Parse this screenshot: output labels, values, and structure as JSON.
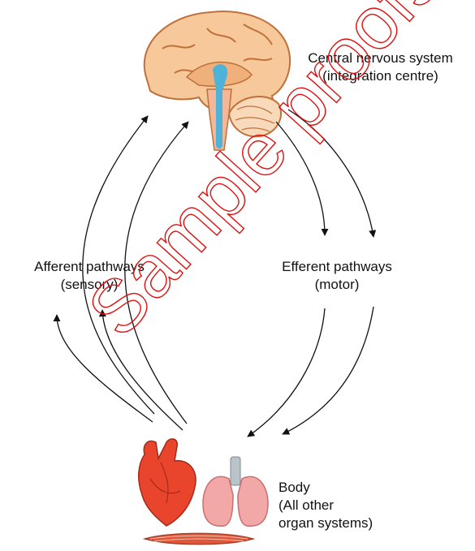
{
  "labels": {
    "cns": {
      "line1": "Central nervous system",
      "line2": "(integration centre)"
    },
    "afferent": {
      "line1": "Afferent pathways",
      "line2": "(sensory)"
    },
    "efferent": {
      "line1": "Efferent pathways",
      "line2": "(motor)"
    },
    "body": {
      "line1": "Body",
      "line2": "(All other",
      "line3": "organ systems)"
    }
  },
  "watermark": {
    "text": "Sample proofs"
  },
  "icons": [
    "brain-icon",
    "heart-icon",
    "lungs-icon",
    "muscle-icon"
  ],
  "colors": {
    "brain": "#f6c89a",
    "brain_outline": "#c0703a",
    "ventricle": "#4fb3d9",
    "heart": "#e8452c",
    "lungs": "#f3a8a8",
    "arrow": "#222222",
    "watermark_outline": "#d11"
  }
}
